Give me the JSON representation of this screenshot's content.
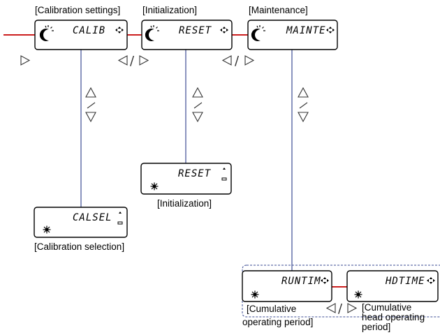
{
  "colors": {
    "connector_horizontal": "#cc1e1e",
    "connector_vertical": "#3c4c94",
    "group_border": "#3c4c94"
  },
  "labels": {
    "calib": "[Calibration settings]",
    "init_top": "[Initialization]",
    "maint": "[Maintenance]",
    "init_sub": "[Initialization]",
    "calsel": "[Calibration selection]",
    "runtim_line1": "[Cumulative",
    "runtim_line2": "operating period]",
    "hdtime_line1": "[Cumulative",
    "hdtime_line2": "head operating",
    "hdtime_line3": "period]"
  },
  "screens": {
    "calib": "CALIB",
    "reset_top": "RESET",
    "mainte": "MAINTE",
    "reset_sub": "RESET",
    "calsel": "CALSEL",
    "runtim": "RUNTIM",
    "hdtime": "HDTIME"
  },
  "nav": {
    "divider": "/"
  },
  "icons": {
    "main_screen": "moon-sparkle-icon",
    "sub_screen": "sun-icon",
    "navigate": "four-way-arrows-icon",
    "scroll": "scroll-indicator-icon",
    "next": "triangle-right-icon",
    "previous": "triangle-left-icon",
    "up": "triangle-up-icon",
    "down": "triangle-down-icon"
  }
}
